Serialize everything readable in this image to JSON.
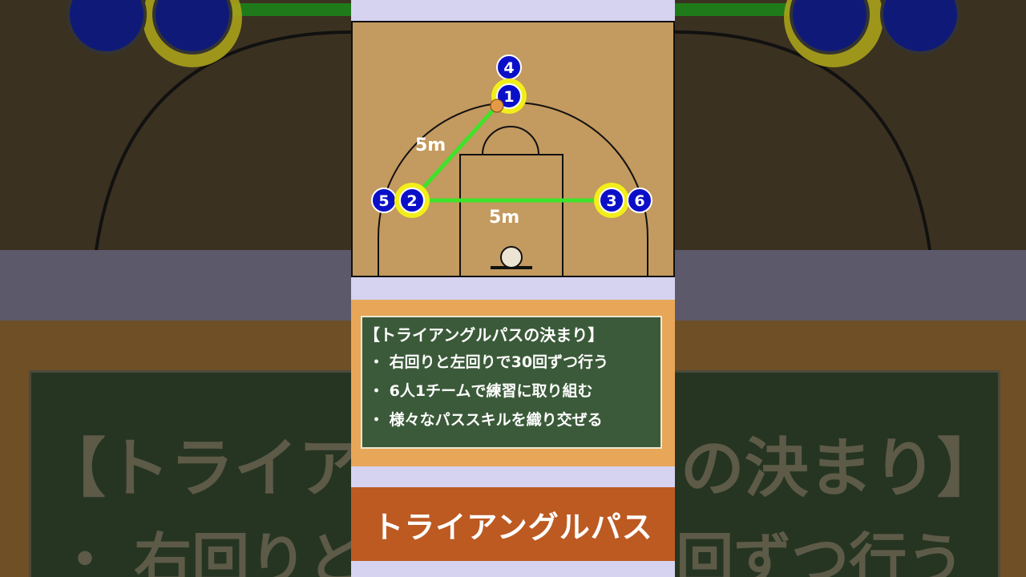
{
  "diagram": {
    "players": [
      {
        "id": "1",
        "label": "1",
        "highlight": true
      },
      {
        "id": "2",
        "label": "2",
        "highlight": true
      },
      {
        "id": "3",
        "label": "3",
        "highlight": true
      },
      {
        "id": "4",
        "label": "4",
        "highlight": false
      },
      {
        "id": "5",
        "label": "5",
        "highlight": false
      },
      {
        "id": "6",
        "label": "6",
        "highlight": false
      }
    ],
    "distance_labels": [
      "5m",
      "5m"
    ],
    "colors": {
      "court": "#c39a5f",
      "pass_line": "#3fe329",
      "player_fill": "#0b10c8",
      "highlight_ring": "#f2ee1a",
      "ball": "#e69a48"
    }
  },
  "rules": {
    "title": "【トライアングルパスの決まり】",
    "items": [
      "・ 右回りと左回りで30回ずつ行う",
      "・ 6人1チームで練習に取り組む",
      "・ 様々なパススキルを織り交ぜる"
    ]
  },
  "banner": {
    "title": "トライアングルパス"
  }
}
